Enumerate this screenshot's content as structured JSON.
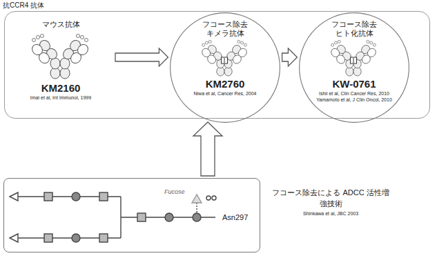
{
  "diagram": {
    "nodes": [
      {
        "text": [
          "抗CCR4 抗体"
        ]
      },
      {
        "text": [
          "マウス抗体",
          "KM2160",
          "Imai et al, Int Immunol, 1999"
        ],
        "in": 0
      },
      {
        "text": [
          "フコース除去 キメラ抗体",
          "KM2760",
          "Niwa et al, Cancer Res, 2004"
        ],
        "in": 0
      },
      {
        "text": [
          "フコース除去 ヒト化抗体",
          "KW-0761",
          "Ishii et al, Clin Cancer Res, 2010",
          "Yamamoto et al, J Clin Oncol, 2010"
        ],
        "in": 0
      },
      {
        "text": [
          "Fucose",
          "Asn297"
        ]
      }
    ],
    "edges": [
      {
        "from": 1,
        "to": 2,
        "arrow": "to"
      },
      {
        "from": 2,
        "to": 3,
        "arrow": "to"
      },
      {
        "from": 4,
        "to": 2,
        "arrow": "to"
      }
    ],
    "labels": [
      "フコース除去による ADCC 活性増強技術",
      "Shinkawa et al, JBC 2003"
    ]
  }
}
